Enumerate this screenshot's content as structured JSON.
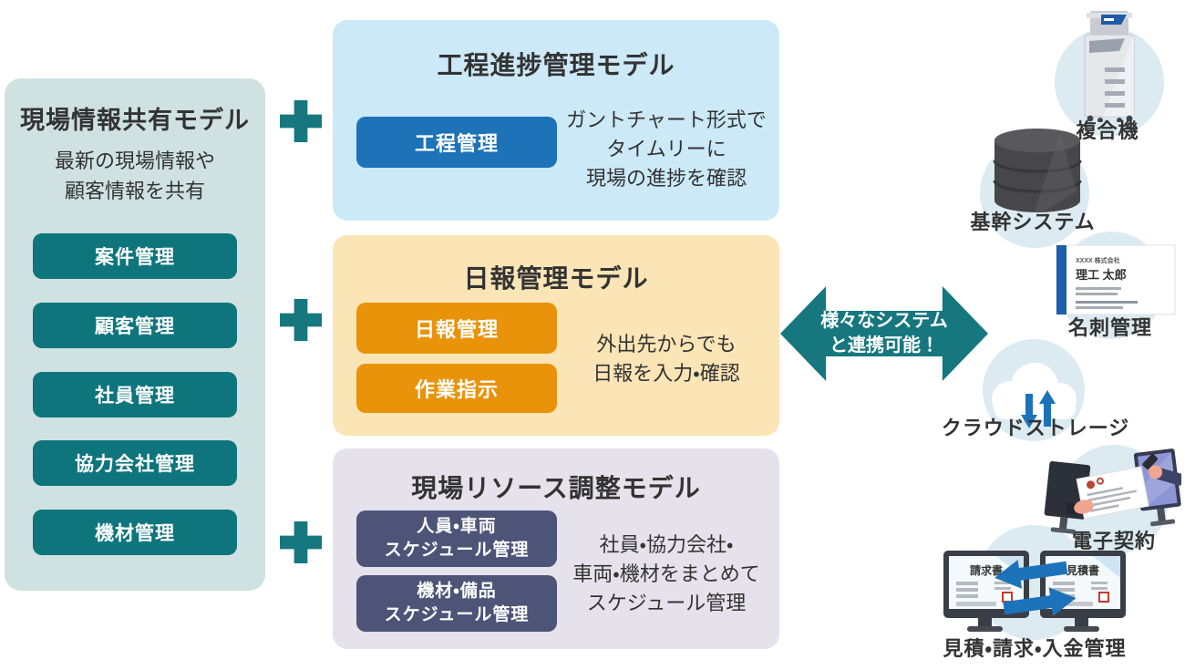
{
  "colors": {
    "teal": "#0e757d",
    "teal_accent": "#16777e",
    "blue": "#1d72b8",
    "orange": "#e89309",
    "slate": "#4d5478",
    "panel_bg": "#cfe1e1",
    "blue_box_bg": "#cce9f8",
    "yellow_box_bg": "#fbe5b6",
    "purple_box_bg": "#e5e2ec",
    "circle_bg": "#dcebf1",
    "text": "#333333"
  },
  "left_panel": {
    "title": "現場情報共有モデル",
    "subtitle": [
      "最新の現場情報や",
      "顧客情報を共有"
    ],
    "buttons": [
      "案件管理",
      "顧客管理",
      "社員管理",
      "協力会社管理",
      "機材管理"
    ]
  },
  "models": [
    {
      "title": "工程進捗管理モデル",
      "buttons": [
        {
          "lines": [
            "工程管理"
          ]
        }
      ],
      "description": [
        "ガントチャート形式で",
        "タイムリーに",
        "現場の進捗を確認"
      ]
    },
    {
      "title": "日報管理モデル",
      "buttons": [
        {
          "lines": [
            "日報管理"
          ]
        },
        {
          "lines": [
            "作業指示"
          ]
        }
      ],
      "description": [
        "外出先からでも",
        "日報を入力・確認"
      ]
    },
    {
      "title": "現場リソース調整モデル",
      "buttons": [
        {
          "lines": [
            "人員・車両",
            "スケジュール管理"
          ]
        },
        {
          "lines": [
            "機材・備品",
            "スケジュール管理"
          ]
        }
      ],
      "description": [
        "社員・協力会社・",
        "車両・機材をまとめて",
        "スケジュール管理"
      ]
    }
  ],
  "link_arrow": {
    "lines": [
      "様々なシステム",
      "と連携可能！"
    ]
  },
  "systems": [
    {
      "label": "複合機"
    },
    {
      "label": "基幹システム"
    },
    {
      "label": "名刺管理",
      "card": {
        "company": "XXXX 株式会社",
        "name": "理工 太郎"
      }
    },
    {
      "label": "クラウドストレージ"
    },
    {
      "label": "電子契約"
    },
    {
      "label": "見積・請求・入金管理",
      "documents": [
        "請求書",
        "見積書"
      ]
    }
  ]
}
